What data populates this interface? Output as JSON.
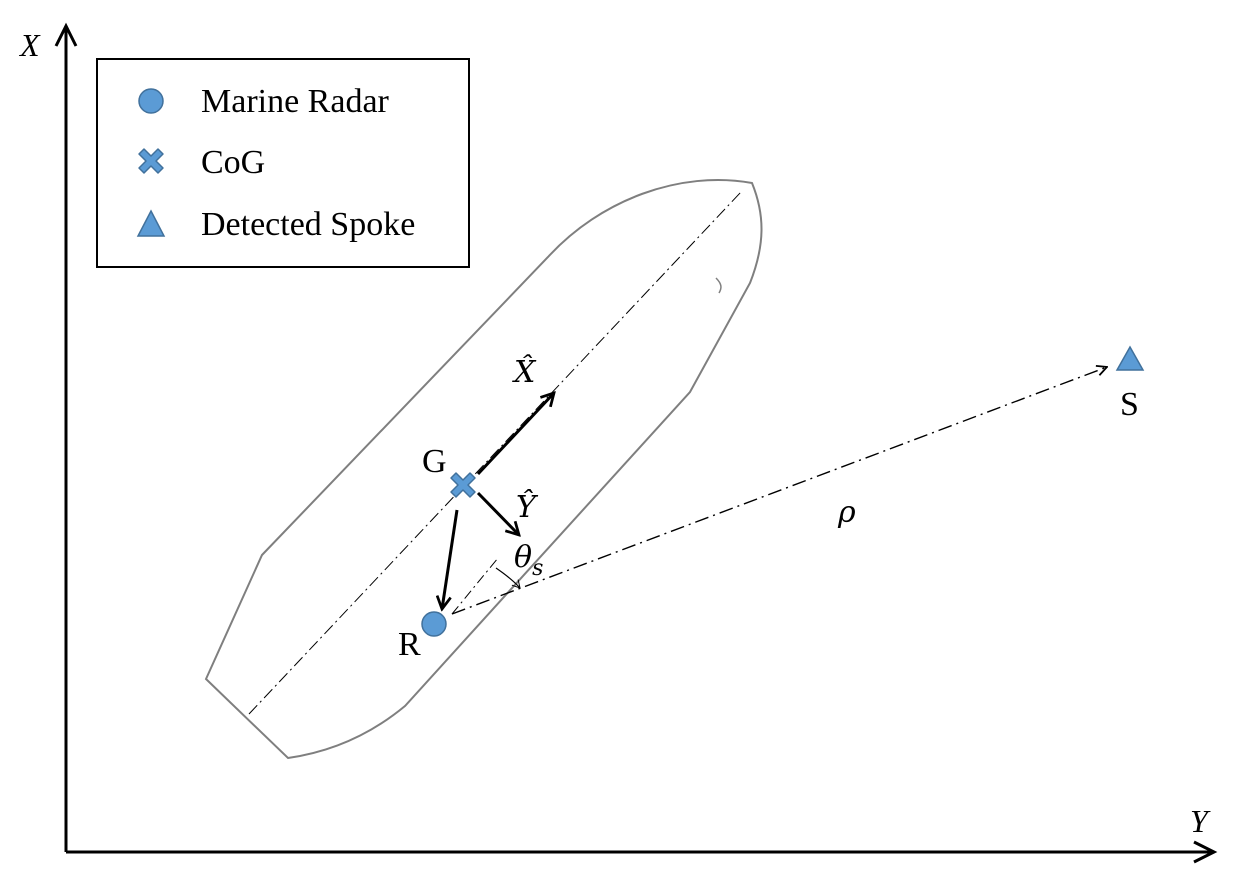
{
  "axes": {
    "x_label": "X",
    "y_label": "Y"
  },
  "legend": {
    "items": [
      {
        "label": "Marine Radar",
        "marker": "circle"
      },
      {
        "label": "CoG",
        "marker": "cross"
      },
      {
        "label": "Detected Spoke",
        "marker": "triangle"
      }
    ]
  },
  "points": {
    "cog_label": "G",
    "radar_label": "R",
    "spoke_label": "S"
  },
  "vectors": {
    "x_hat_label": "X̂",
    "y_hat_label": "Ŷ",
    "theta_symbol": "θ",
    "theta_subscript": "s",
    "rho_label": "ρ"
  },
  "colors": {
    "marker_fill": "#5b9bd5",
    "marker_stroke": "#41719c",
    "hull_stroke": "#7f7f7f",
    "line": "#000000"
  }
}
